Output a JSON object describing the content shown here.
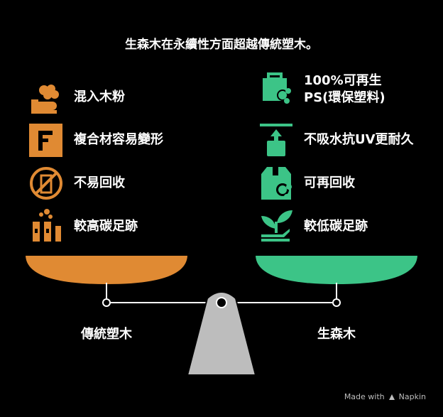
{
  "title": "生森木在永續性方面超越傳統塑木。",
  "colors": {
    "left_accent": "#E08A33",
    "right_accent": "#3CC487",
    "fulcrum": "#BDBDBD"
  },
  "left": {
    "pan_label": "傳統塑木",
    "items": [
      {
        "icon": "powder-mix-icon",
        "label": "混入木粉"
      },
      {
        "icon": "deform-box-icon",
        "label": "複合材容易變形"
      },
      {
        "icon": "no-recycle-icon",
        "label": "不易回收"
      },
      {
        "icon": "factory-smoke-icon",
        "label": "較高碳足跡"
      }
    ]
  },
  "right": {
    "pan_label": "生森木",
    "items": [
      {
        "icon": "recycled-bottle-icon",
        "label_line1": "100%可再生",
        "label_line2": "PS(環保塑料)"
      },
      {
        "icon": "uv-shield-icon",
        "label": "不吸水抗UV更耐久"
      },
      {
        "icon": "recycle-box-icon",
        "label": "可再回收"
      },
      {
        "icon": "plant-hand-icon",
        "label": "較低碳足跡"
      }
    ]
  },
  "footer": {
    "made_with": "Made with",
    "brand": "Napkin"
  }
}
